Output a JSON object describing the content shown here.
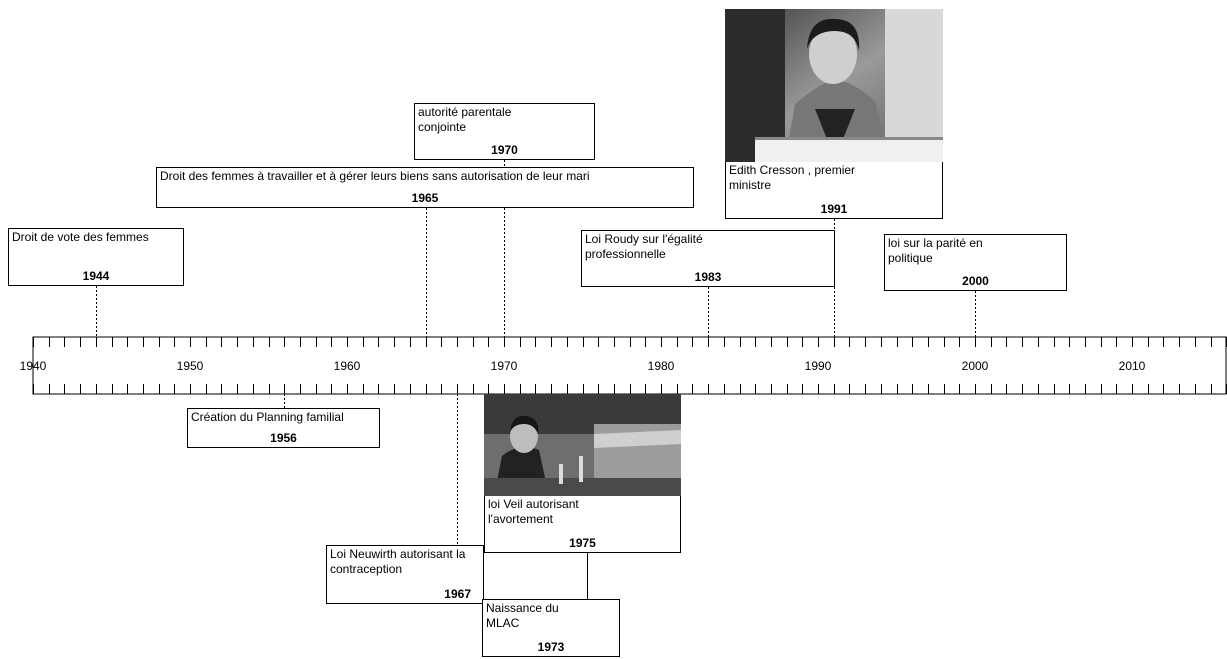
{
  "timeline": {
    "axis": {
      "start": 1940,
      "end": 2016,
      "tick_labels": [
        "1940",
        "1950",
        "1960",
        "1970",
        "1980",
        "1990",
        "2000",
        "2010"
      ]
    },
    "events": [
      {
        "id": "e1944",
        "text": "Droit de vote des femmes",
        "year": "1944"
      },
      {
        "id": "e1956",
        "text": "Création du Planning familial",
        "year": "1956"
      },
      {
        "id": "e1965",
        "text": "Droit des femmes à travailler et à gérer leurs biens sans autorisation de leur mari",
        "year": "1965"
      },
      {
        "id": "e1967",
        "text": "Loi Neuwirth autorisant la contraception",
        "year": "1967"
      },
      {
        "id": "e1970",
        "text": "autorité parentale conjointe",
        "year": "1970"
      },
      {
        "id": "e1973",
        "text": "Naissance du MLAC",
        "year": "1973"
      },
      {
        "id": "e1975",
        "text": "loi Veil autorisant l'avortement",
        "year": "1975"
      },
      {
        "id": "e1983",
        "text": "Loi Roudy sur l'égalité professionnelle",
        "year": "1983"
      },
      {
        "id": "e1991",
        "text": "Edith Cresson , premier ministre",
        "year": "1991"
      },
      {
        "id": "e2000",
        "text": "loi sur la parité en politique",
        "year": "2000"
      }
    ]
  }
}
